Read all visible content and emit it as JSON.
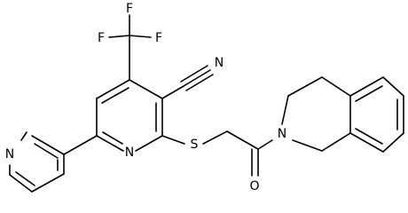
{
  "atoms": {
    "f_top": "F",
    "f_left": "F",
    "f_right": "F",
    "n_nitrile": "N",
    "n_pyridine": "N",
    "n_pyridyl": "N",
    "s_thioether": "S",
    "o_carbonyl": "O",
    "n_isoquinoline": "N"
  },
  "colors": {
    "bond": "#000000",
    "background": "#ffffff"
  }
}
